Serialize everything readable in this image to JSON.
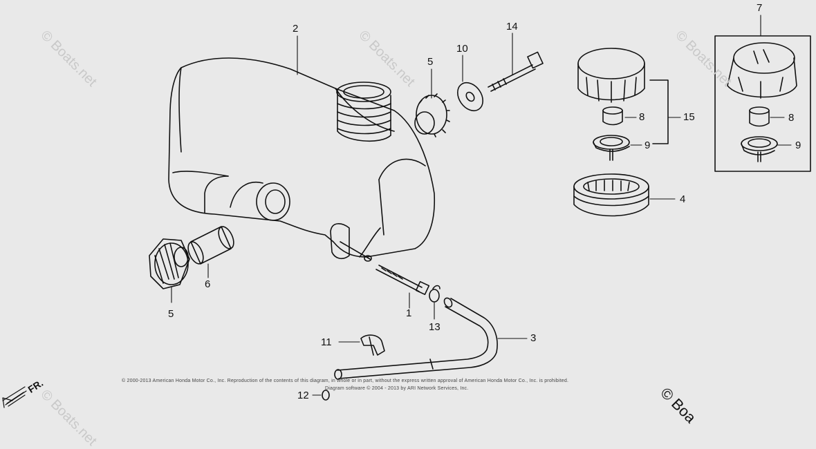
{
  "watermark": {
    "text": "© Boats.net",
    "corner_text": "© Boa"
  },
  "copyright": {
    "line1": "© 2000-2013 American Honda Motor Co., Inc. Reproduction of the contents of this diagram, in whole or in part, without the express written approval of American Honda Motor Co., Inc. is prohibited.",
    "line2": "Diagram software © 2004 - 2013 by ARI Network Services, Inc."
  },
  "fr_label": "FR.",
  "callouts": {
    "c1": "1",
    "c2": "2",
    "c3": "3",
    "c4": "4",
    "c5a": "5",
    "c5b": "5",
    "c6": "6",
    "c7": "7",
    "c8a": "8",
    "c8b": "8",
    "c9a": "9",
    "c9b": "9",
    "c10": "10",
    "c11": "11",
    "c12": "12",
    "c13": "13",
    "c14": "14",
    "c15": "15"
  },
  "colors": {
    "background": "#e9e9e9",
    "line": "#111111",
    "watermark": "#c9c9c9"
  }
}
